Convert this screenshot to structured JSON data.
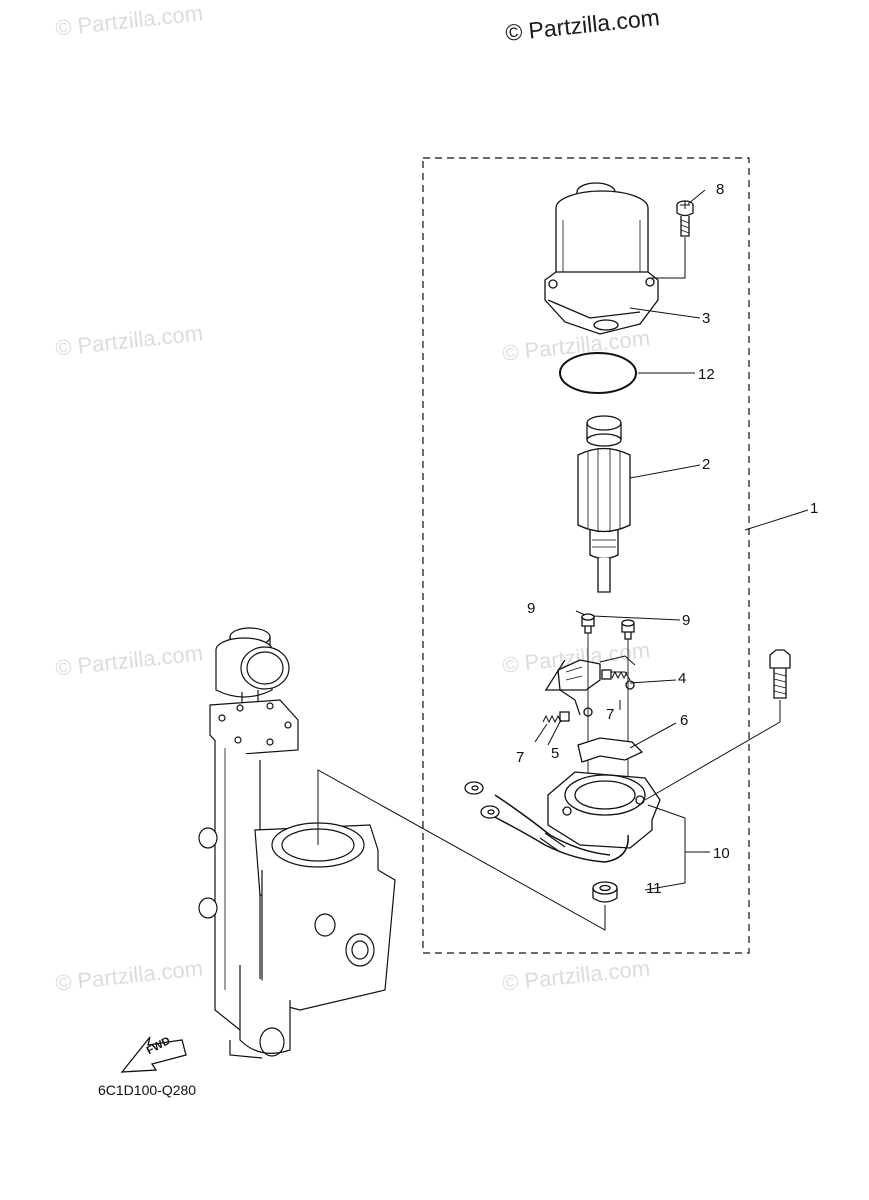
{
  "watermark": {
    "main": "© Partzilla.com",
    "faded": "© Partzilla.com"
  },
  "diagram_code": "6C1D100-Q280",
  "fwd_label": "FWD",
  "callouts": [
    {
      "id": "c1",
      "text": "1"
    },
    {
      "id": "c2",
      "text": "2"
    },
    {
      "id": "c3",
      "text": "3"
    },
    {
      "id": "c4",
      "text": "4"
    },
    {
      "id": "c5",
      "text": "5"
    },
    {
      "id": "c6",
      "text": "6"
    },
    {
      "id": "c7a",
      "text": "7"
    },
    {
      "id": "c7b",
      "text": "7"
    },
    {
      "id": "c8",
      "text": "8"
    },
    {
      "id": "c9a",
      "text": "9"
    },
    {
      "id": "c9b",
      "text": "9"
    },
    {
      "id": "c10",
      "text": "10"
    },
    {
      "id": "c11",
      "text": "11"
    },
    {
      "id": "c12",
      "text": "12"
    }
  ]
}
